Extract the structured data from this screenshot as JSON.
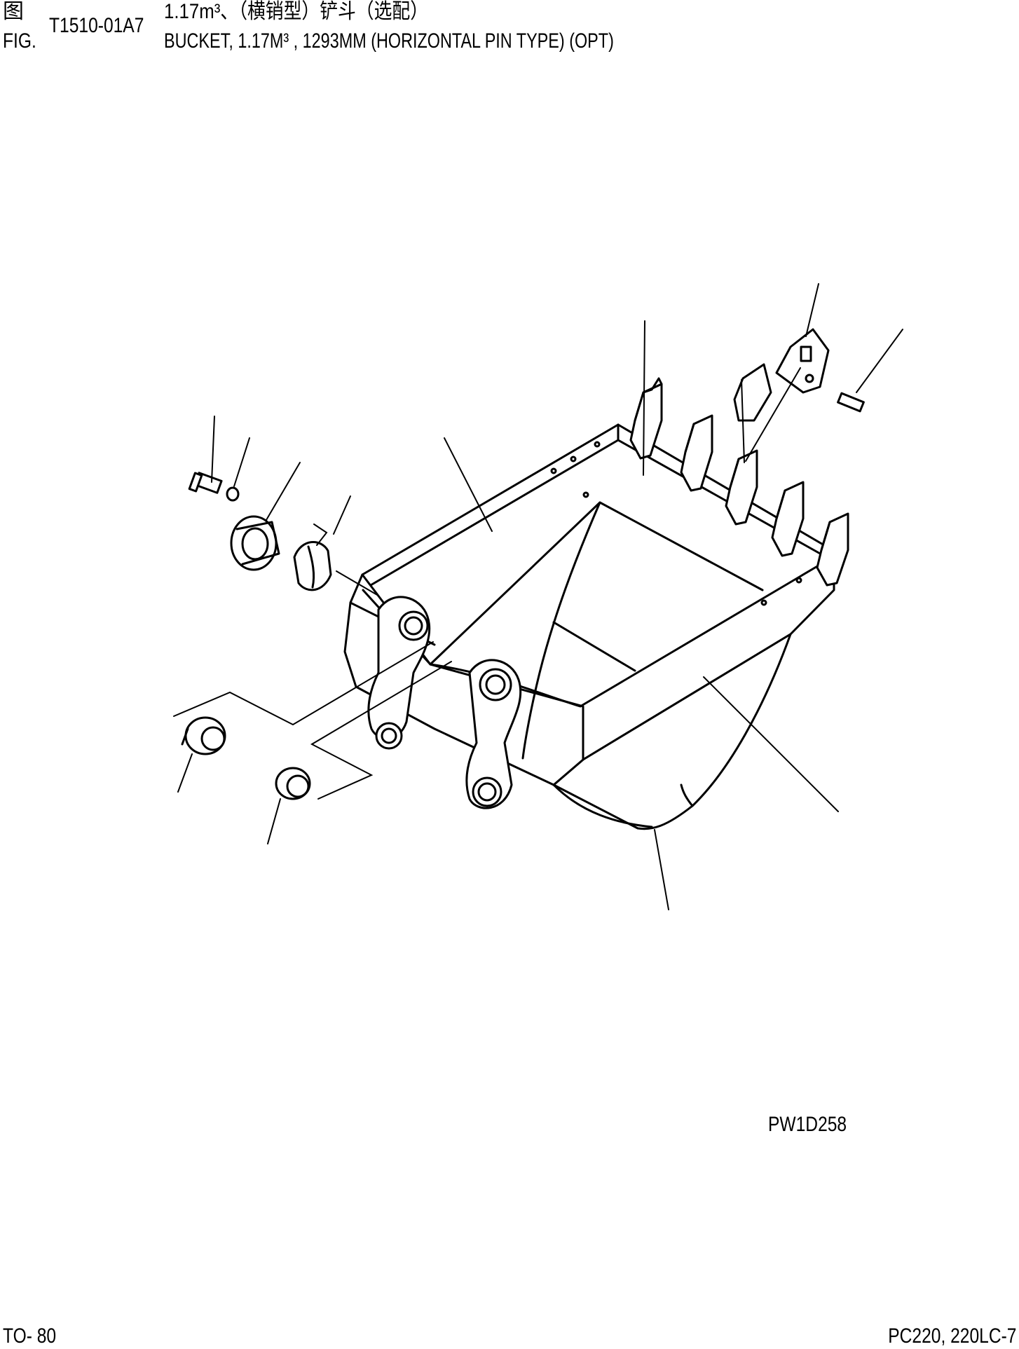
{
  "header": {
    "fig_label_cn": "图",
    "fig_label_en": "FIG.",
    "fig_code": "T1510-01A7",
    "title_cn": "1.17m³、（横销型）铲斗（选配）",
    "title_en": "BUCKET, 1.17M³ , 1293MM (HORIZONTAL PIN TYPE) (OPT)"
  },
  "drawing": {
    "reference_code": "PW1D258"
  },
  "footer": {
    "page": "TO- 80",
    "model": "PC220, 220LC-7"
  }
}
